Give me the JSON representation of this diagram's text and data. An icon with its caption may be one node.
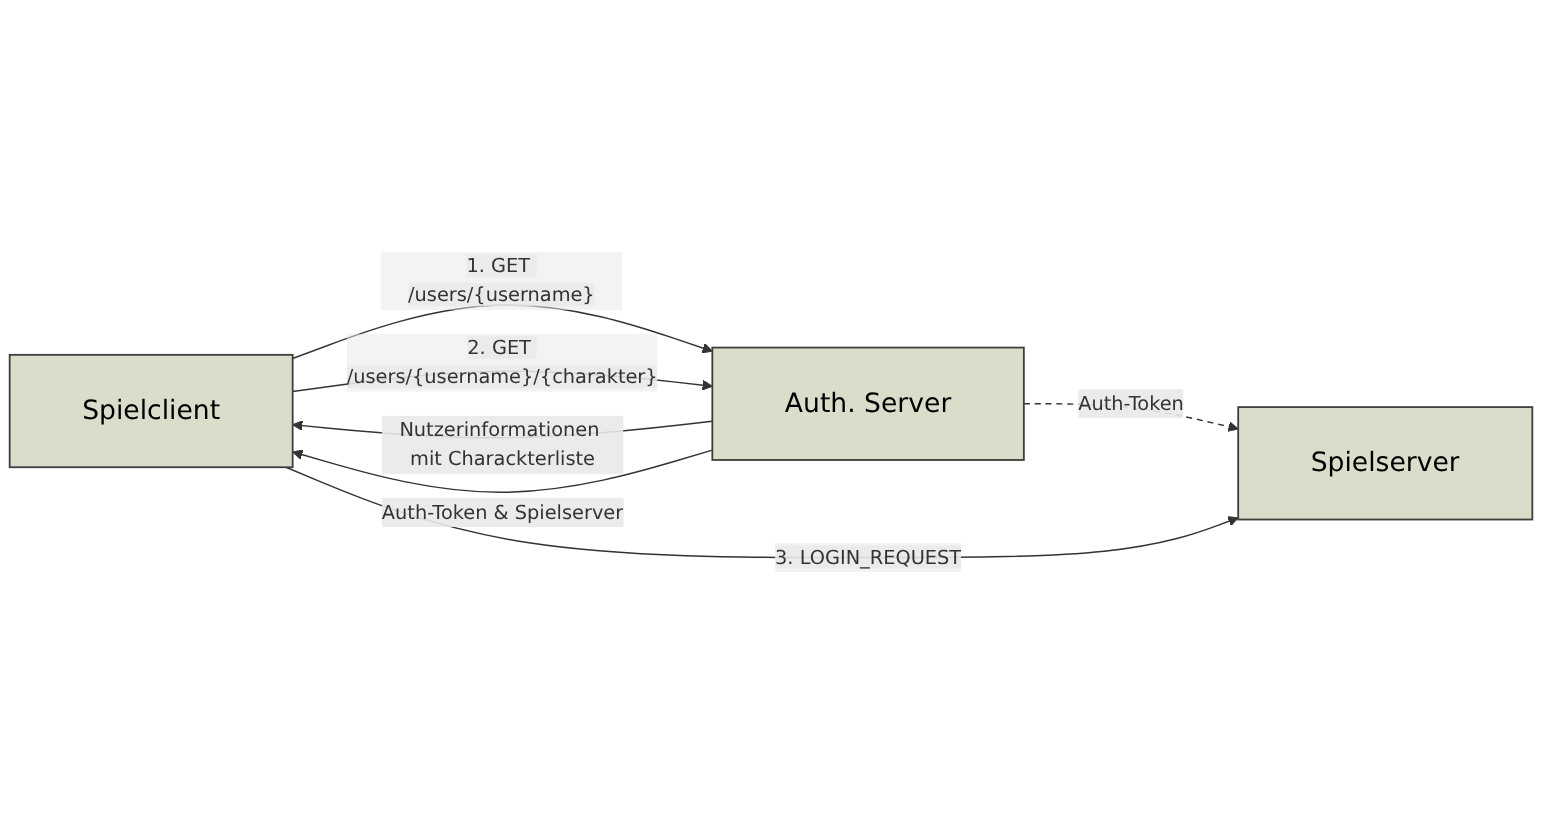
{
  "diagram": {
    "nodes": [
      {
        "text": [
          "Spielclient"
        ]
      },
      {
        "text": [
          "Auth. Server"
        ]
      },
      {
        "text": [
          "Spielserver"
        ]
      }
    ],
    "edges": [
      {
        "from": 0,
        "to": 1,
        "arrow": "to",
        "label": "1. GET /users/{username}"
      },
      {
        "from": 1,
        "to": 0,
        "arrow": "to",
        "label": "Nutzerinformationen mit Charackterliste"
      },
      {
        "from": 0,
        "to": 1,
        "arrow": "to",
        "label": "2. GET /users/{username}/{charakter}"
      },
      {
        "from": 1,
        "to": 0,
        "arrow": "to",
        "label": "Auth-Token & Spielserver"
      },
      {
        "from": 1,
        "to": 2,
        "arrow": "to",
        "label": "Auth-Token",
        "style": "dashed"
      },
      {
        "from": 0,
        "to": 2,
        "arrow": "to",
        "label": "3. LOGIN_REQUEST"
      }
    ]
  }
}
